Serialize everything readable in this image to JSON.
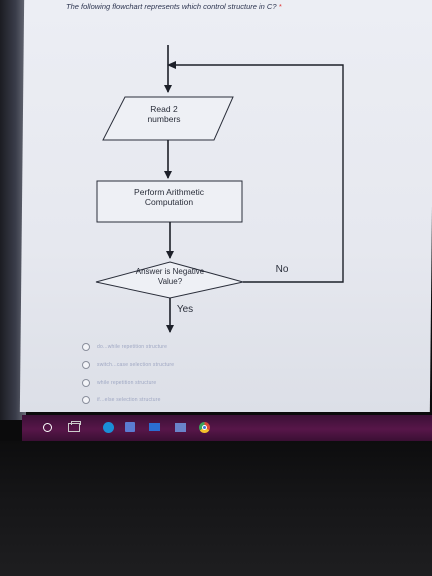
{
  "question": {
    "text": "The following flowchart represents which control structure in C?",
    "required_mark": "*"
  },
  "flowchart": {
    "input_box": "Read 2\nnumbers",
    "process_box": "Perform Arithmetic\nComputation",
    "decision": "Answer is Negative\nValue?",
    "no_label": "No",
    "yes_label": "Yes"
  },
  "options": [
    "do...while repetition structure",
    "switch...case selection structure",
    "while repetition structure",
    "if...else selection structure"
  ],
  "taskbar": {
    "icons": [
      "start-icon",
      "task-view-icon",
      "edge-icon",
      "store-icon",
      "mail-icon",
      "photos-icon",
      "chrome-icon"
    ]
  },
  "colors": {
    "taskbar": "#571649",
    "page_background": "#e9ebf1",
    "flow_lines": "#1d2029"
  }
}
